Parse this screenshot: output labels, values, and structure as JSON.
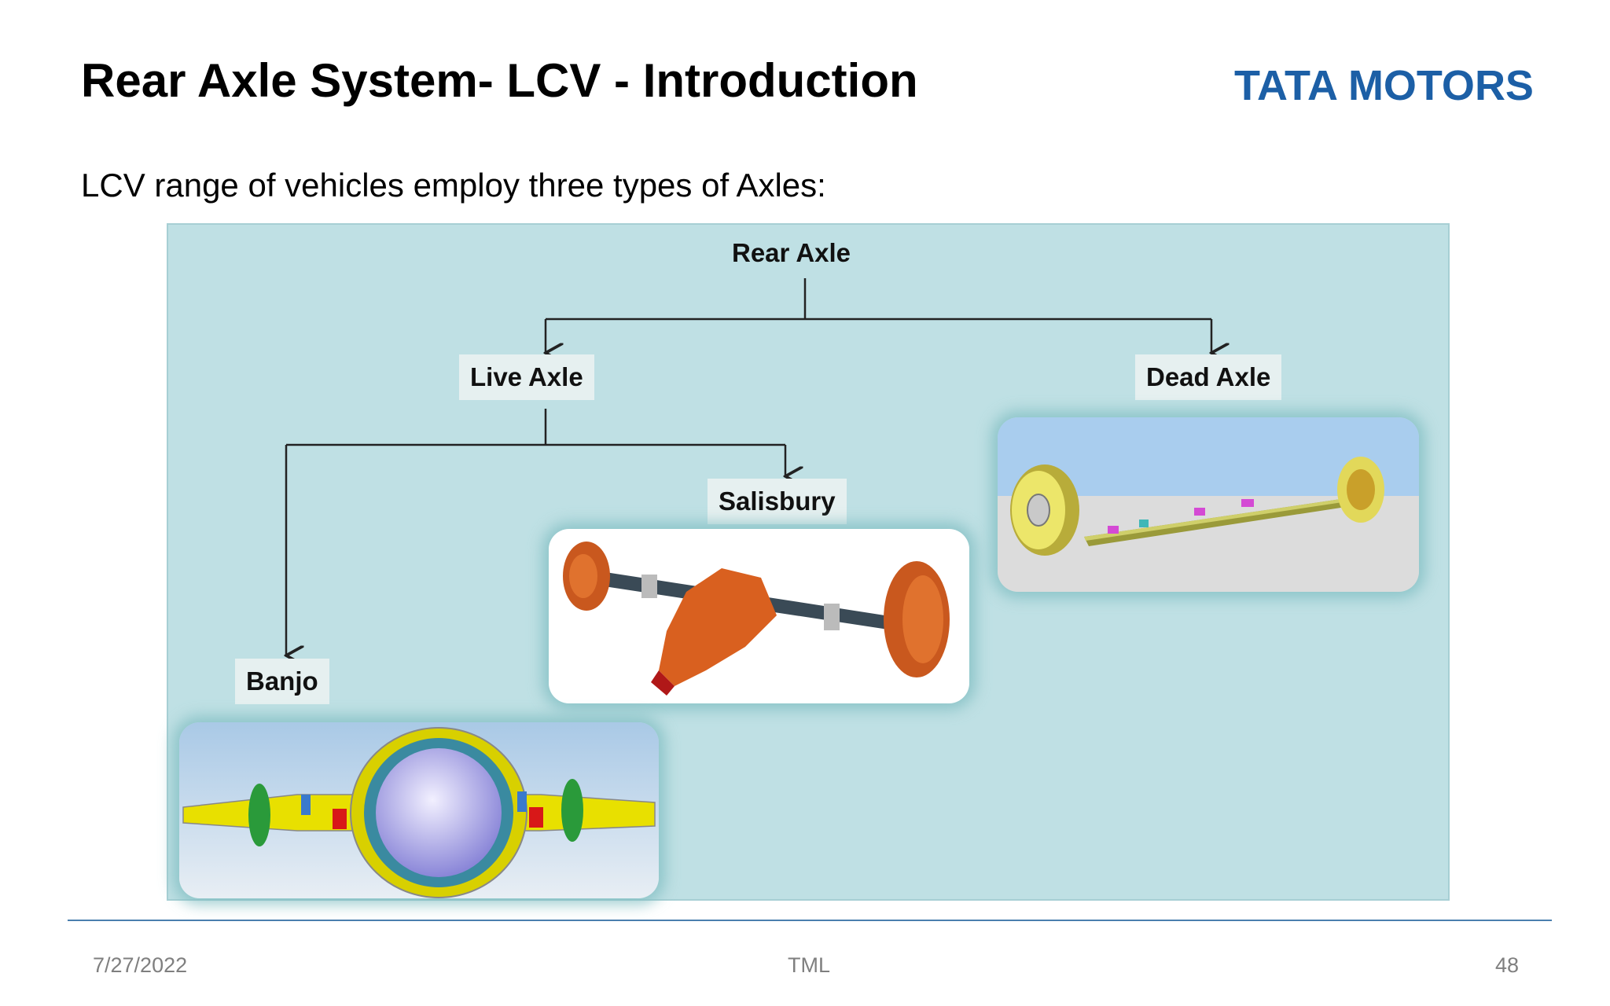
{
  "slide": {
    "title": "Rear Axle System- LCV - Introduction",
    "subtitle": "LCV range of vehicles employ three types of Axles:",
    "logo_text": "TATA MOTORS",
    "brand_color": "#1c5fa6"
  },
  "diagram": {
    "root": "Rear Axle",
    "live": "Live Axle",
    "dead": "Dead Axle",
    "salisbury": "Salisbury",
    "banjo": "Banjo",
    "panel_color": "#bfe0e4"
  },
  "footer": {
    "date": "7/27/2022",
    "center": "TML",
    "page": "48"
  }
}
